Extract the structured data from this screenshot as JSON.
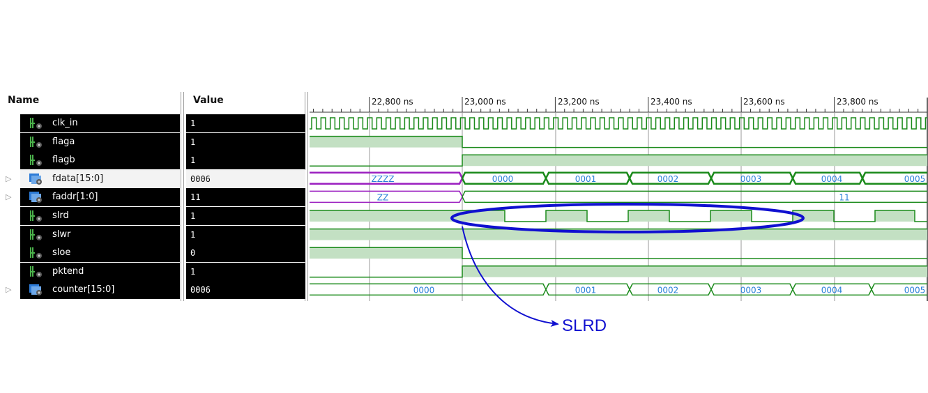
{
  "columns": {
    "name": "Name",
    "value": "Value"
  },
  "time_ticks": [
    "22,800 ns",
    "23,000 ns",
    "23,200 ns",
    "23,400 ns",
    "23,600 ns",
    "23,800 ns"
  ],
  "signals": [
    {
      "name": "clk_in",
      "value": "1",
      "icon": "logic-signal-icon",
      "expandable": false
    },
    {
      "name": "flaga",
      "value": "1",
      "icon": "logic-signal-icon",
      "expandable": false
    },
    {
      "name": "flagb",
      "value": "1",
      "icon": "logic-signal-icon",
      "expandable": false
    },
    {
      "name": "fdata[15:0]",
      "value": "0006",
      "icon": "bus-signal-icon",
      "expandable": true,
      "selected": true
    },
    {
      "name": "faddr[1:0]",
      "value": "11",
      "icon": "bus-signal-icon",
      "expandable": true
    },
    {
      "name": "slrd",
      "value": "1",
      "icon": "logic-signal-icon",
      "expandable": false
    },
    {
      "name": "slwr",
      "value": "1",
      "icon": "logic-signal-icon",
      "expandable": false
    },
    {
      "name": "sloe",
      "value": "0",
      "icon": "logic-signal-icon",
      "expandable": false
    },
    {
      "name": "pktend",
      "value": "1",
      "icon": "logic-signal-icon",
      "expandable": false
    },
    {
      "name": "counter[15:0]",
      "value": "0006",
      "icon": "bus-signal-icon",
      "expandable": true
    }
  ],
  "bus_labels": {
    "fdata": [
      "ZZZZ",
      "0000",
      "0001",
      "0002",
      "0003",
      "0004",
      "0005"
    ],
    "faddr": [
      "ZZ",
      "11"
    ],
    "counter": [
      "0000",
      "0001",
      "0002",
      "0003",
      "0004",
      "0005"
    ]
  },
  "annotation": {
    "label": "SLRD"
  },
  "colors": {
    "wave": "#1a8a1a",
    "wave_fill": "#c3e0c3",
    "highz": "#9b1fc0",
    "bus_text": "#2a80d8",
    "annotation": "#1010d0",
    "grid": "#9a9a9a"
  }
}
